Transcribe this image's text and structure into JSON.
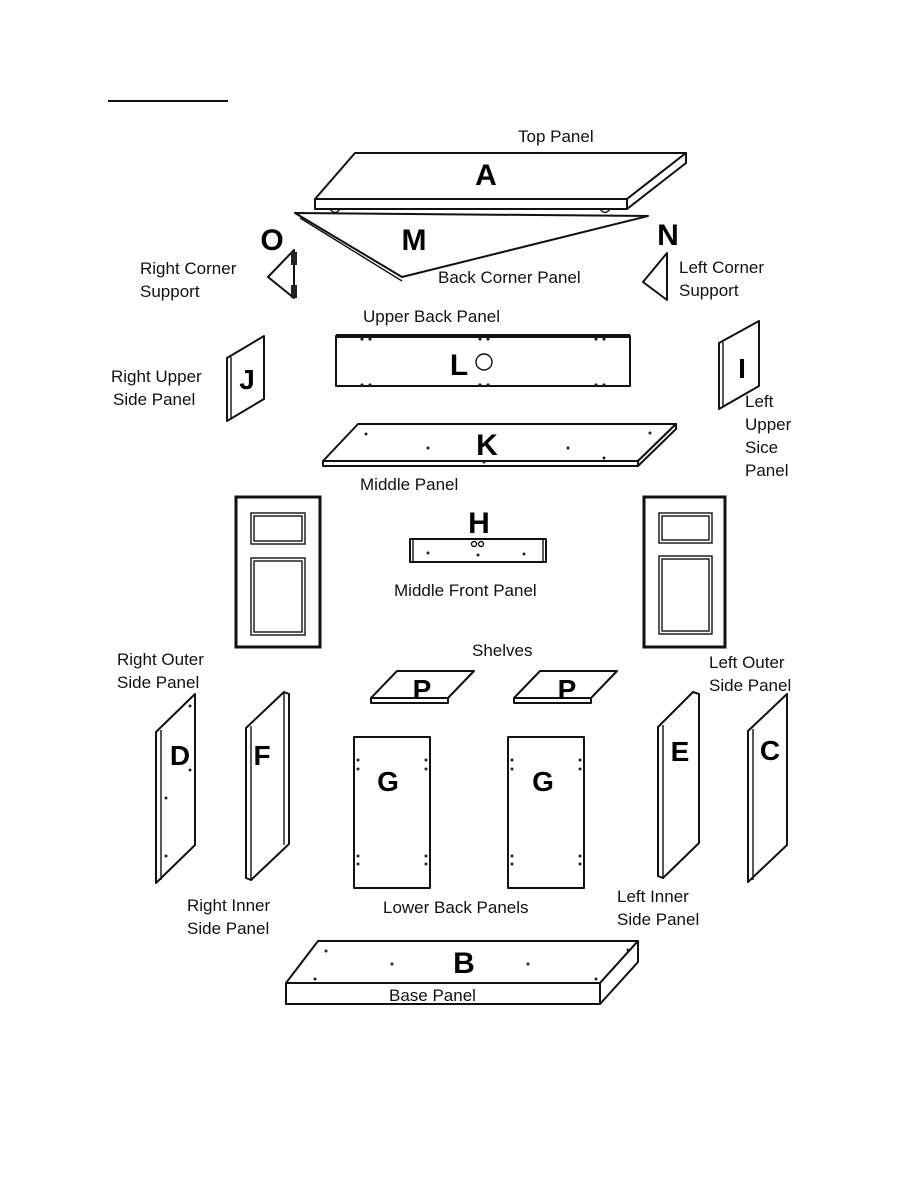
{
  "header": {
    "underline_text": ""
  },
  "parts": {
    "A": {
      "letter": "A",
      "label": [
        "Top Panel"
      ]
    },
    "M": {
      "letter": "M",
      "label": [
        "Back Corner Panel"
      ]
    },
    "O": {
      "letter": "O",
      "label": [
        "Right Corner",
        "Support"
      ]
    },
    "N": {
      "letter": "N",
      "label": [
        "Left Corner",
        "Support"
      ]
    },
    "L": {
      "letter": "L",
      "label": [
        "Upper Back Panel"
      ]
    },
    "J": {
      "letter": "J",
      "label": [
        "Right Upper",
        "Side Panel"
      ]
    },
    "I": {
      "letter": "I",
      "label": [
        "Left",
        "Upper",
        "Sice",
        "Panel"
      ]
    },
    "K": {
      "letter": "K",
      "label": [
        "Middle Panel"
      ]
    },
    "H": {
      "letter": "H",
      "label": [
        "Middle Front Panel"
      ]
    },
    "Shelves": {
      "letter": "P",
      "label": [
        "Shelves"
      ]
    },
    "D": {
      "letter": "D",
      "label": [
        "Right Outer",
        "Side Panel"
      ]
    },
    "F": {
      "letter": "F",
      "label": [
        "Right Inner",
        "Side Panel"
      ]
    },
    "G": {
      "letter": "G",
      "label": [
        "Lower Back Panels"
      ]
    },
    "E": {
      "letter": "E",
      "label": [
        "Left Inner",
        "Side Panel"
      ]
    },
    "C": {
      "letter": "C",
      "label": [
        "Left Outer",
        "Side Panel"
      ]
    },
    "B": {
      "letter": "B",
      "label": [
        "Base Panel"
      ]
    }
  }
}
